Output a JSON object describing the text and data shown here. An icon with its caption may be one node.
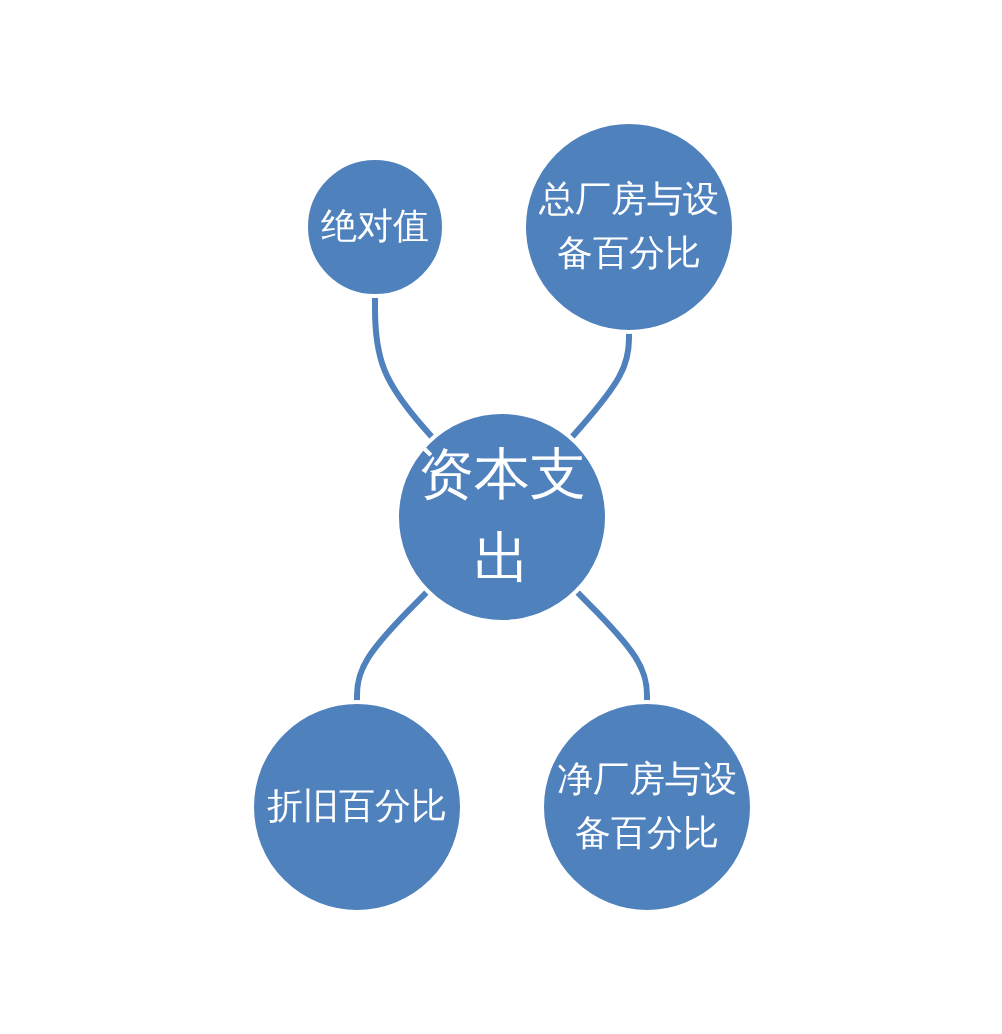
{
  "diagram": {
    "nodes": [
      {
        "text": [
          "绝对值"
        ]
      },
      {
        "text": [
          "总厂房与设备百分比"
        ]
      },
      {
        "text": [
          "资本支出"
        ]
      },
      {
        "text": [
          "折旧百分比"
        ]
      },
      {
        "text": [
          "净厂房与设备百分比"
        ]
      }
    ],
    "edges": [
      {
        "from": 0,
        "to": 2,
        "arrow": "none"
      },
      {
        "from": 1,
        "to": 2,
        "arrow": "none"
      },
      {
        "from": 2,
        "to": 3,
        "arrow": "none"
      },
      {
        "from": 2,
        "to": 4,
        "arrow": "none"
      }
    ]
  }
}
